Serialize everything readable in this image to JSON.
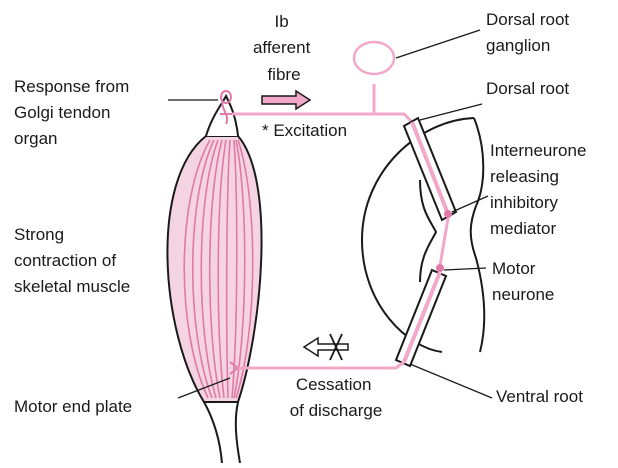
{
  "colors": {
    "ink": "#1a1a1a",
    "nerve": "#f2a8c8",
    "nerve_dark": "#e27aa8",
    "muscle_fill": "#f4d3e2",
    "muscle_line": "#e07aa4"
  },
  "labels": {
    "ib_afferent": [
      "Ib",
      "afferent",
      "fibre"
    ],
    "dorsal_root_ganglion": [
      "Dorsal root",
      "ganglion"
    ],
    "response_from_gto": [
      "Response from",
      "Golgi tendon",
      "organ"
    ],
    "dorsal_root": "Dorsal root",
    "excitation": "* Excitation",
    "interneurone": [
      "Interneurone",
      "releasing",
      "inhibitory",
      "mediator"
    ],
    "strong_contraction": [
      "Strong",
      "contraction of",
      "skeletal muscle"
    ],
    "motor_neurone": [
      "Motor",
      "neurone"
    ],
    "motor_end_plate": "Motor end plate",
    "cessation": [
      "Cessation",
      "of discharge"
    ],
    "ventral_root": "Ventral root"
  },
  "icons": {
    "afferent_arrow": "right-arrow-icon",
    "blocked_arrow": "crossed-left-arrow-icon"
  }
}
